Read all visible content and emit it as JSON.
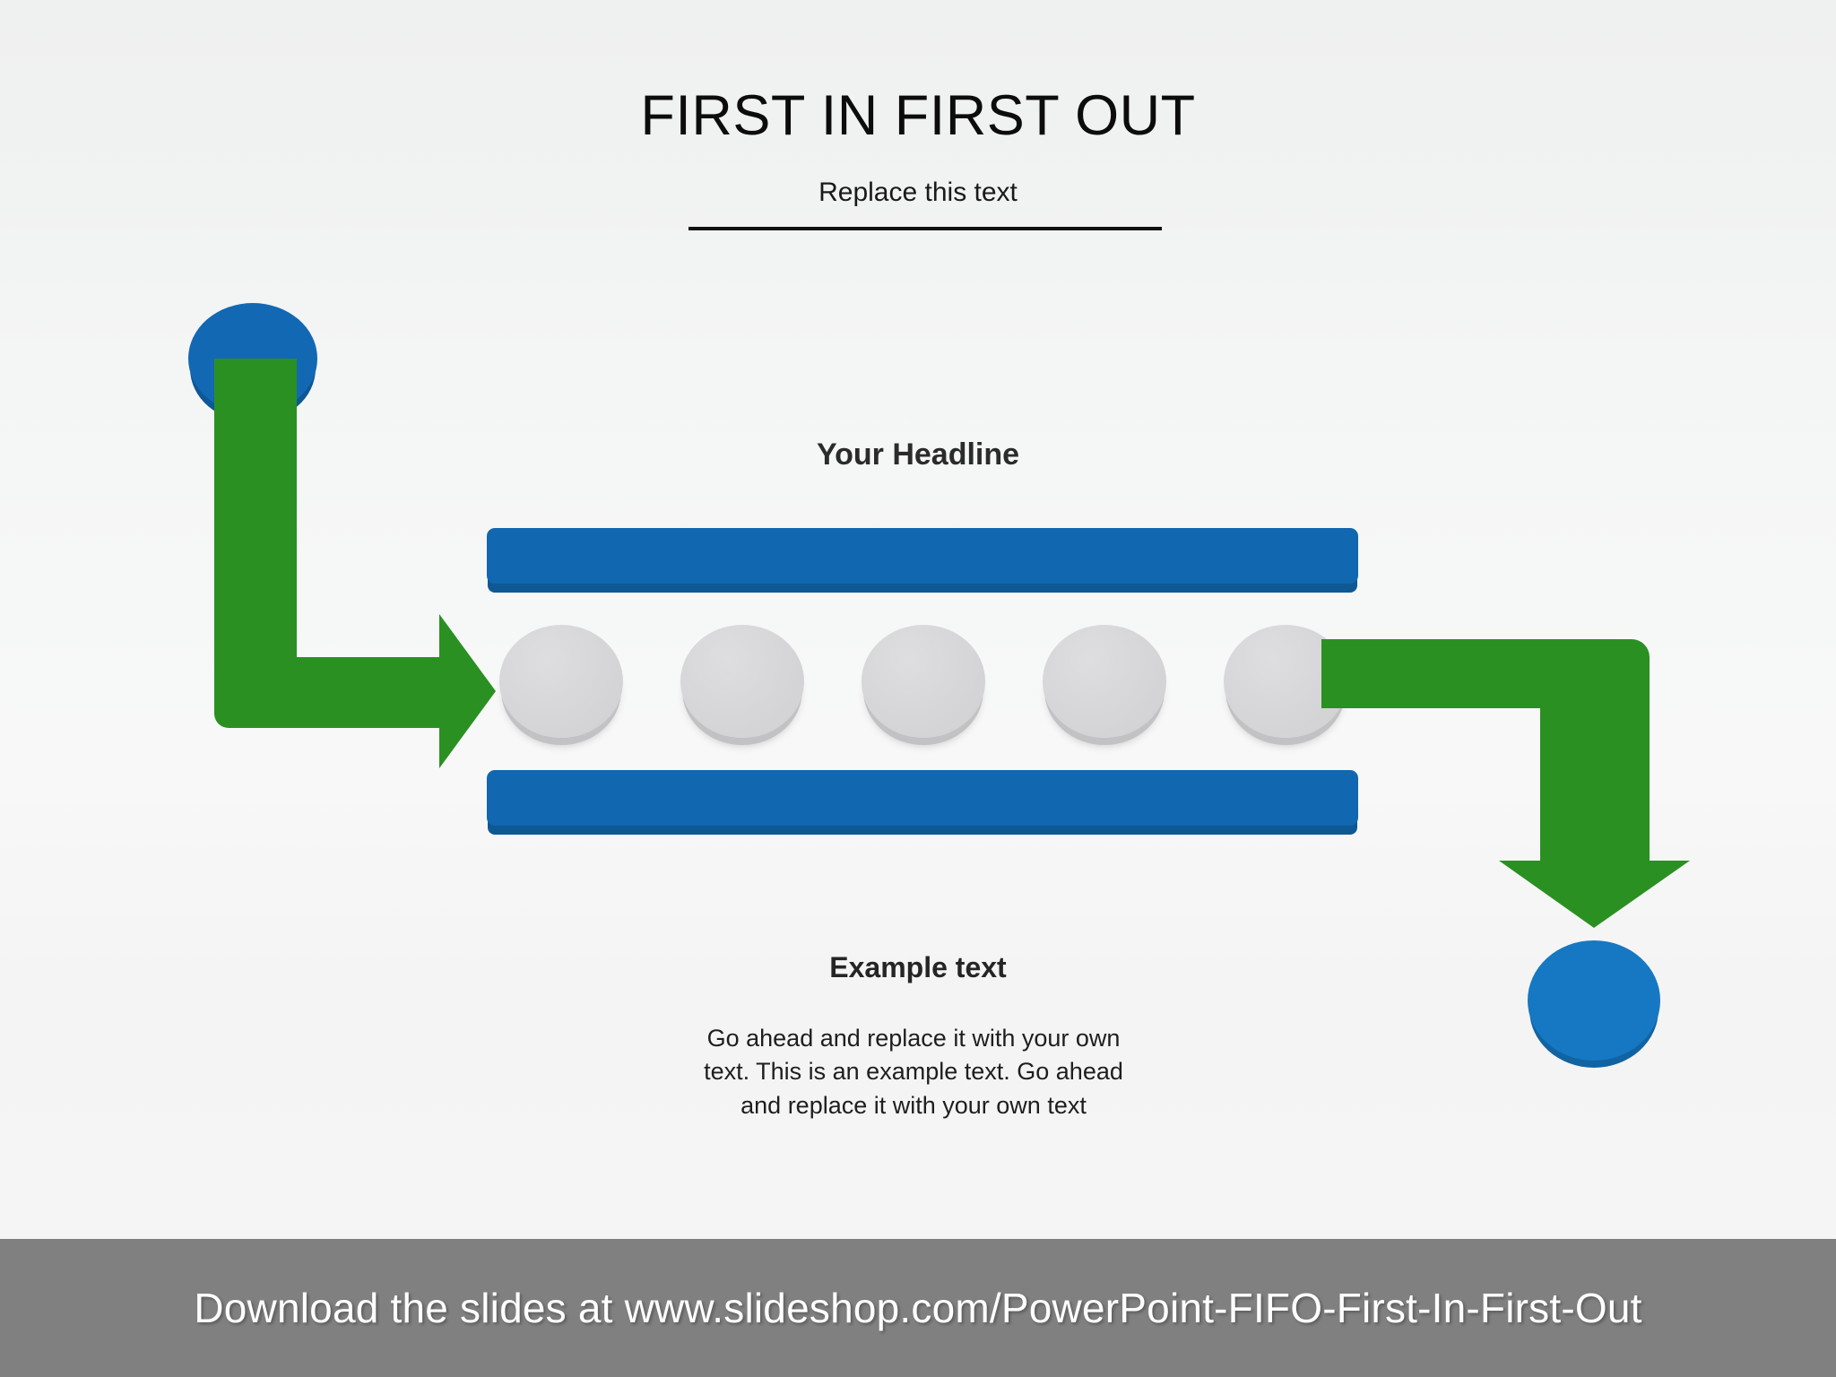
{
  "slide": {
    "title": "FIRST IN FIRST OUT",
    "subtitle": "Replace this text",
    "headline": "Your Headline",
    "example_heading": "Example text",
    "example_body": "Go ahead and replace it with your own text. This is an example text. Go ahead and replace it with your own text"
  },
  "diagram": {
    "start_node_label": "",
    "end_node_label": "",
    "item_count": 5,
    "items": [
      "item-1",
      "item-2",
      "item-3",
      "item-4",
      "item-5"
    ],
    "inbound_arrow": "elbow-arrow-down-right",
    "outbound_arrow": "elbow-arrow-right-down",
    "conveyor_top_rail": "conveyor-rail",
    "conveyor_bottom_rail": "conveyor-rail"
  },
  "footer": {
    "text": "Download the slides at www.slideshop.com/PowerPoint-FIFO-First-In-First-Out"
  },
  "colors": {
    "blue": "#1167b0",
    "blue_dark": "#0e5893",
    "blue_node": "#1268b3",
    "blue_node_end": "#1678c2",
    "green": "#2a9022",
    "green_shade": "#27881f",
    "gray_disc": "#d6d6d8",
    "footer_gray": "#808080",
    "text_dark": "#1a1a1a",
    "background": "#f5f5f5"
  }
}
